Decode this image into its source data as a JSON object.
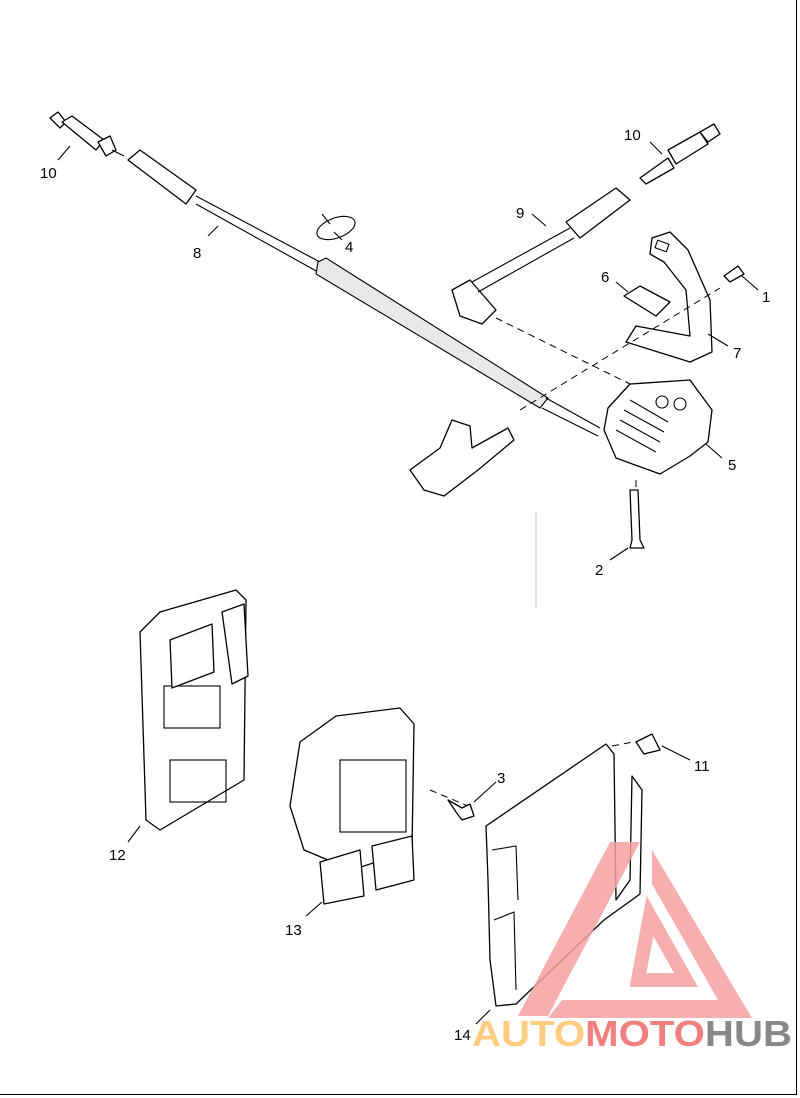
{
  "callouts": {
    "c10a": "10",
    "c8": "8",
    "c4": "4",
    "c9": "9",
    "c10b": "10",
    "c6": "6",
    "c1": "1",
    "c7": "7",
    "c5": "5",
    "c2": "2",
    "c3": "3",
    "c11": "11",
    "c12": "12",
    "c13": "13",
    "c14": "14"
  },
  "watermark": {
    "part1": "AUTO",
    "part2": "MOTO",
    "part3": "HUB",
    "colors": {
      "auto": "#ffcc80",
      "moto": "#f08080",
      "hub": "#888888",
      "triangle": "#f4a0a0"
    }
  }
}
